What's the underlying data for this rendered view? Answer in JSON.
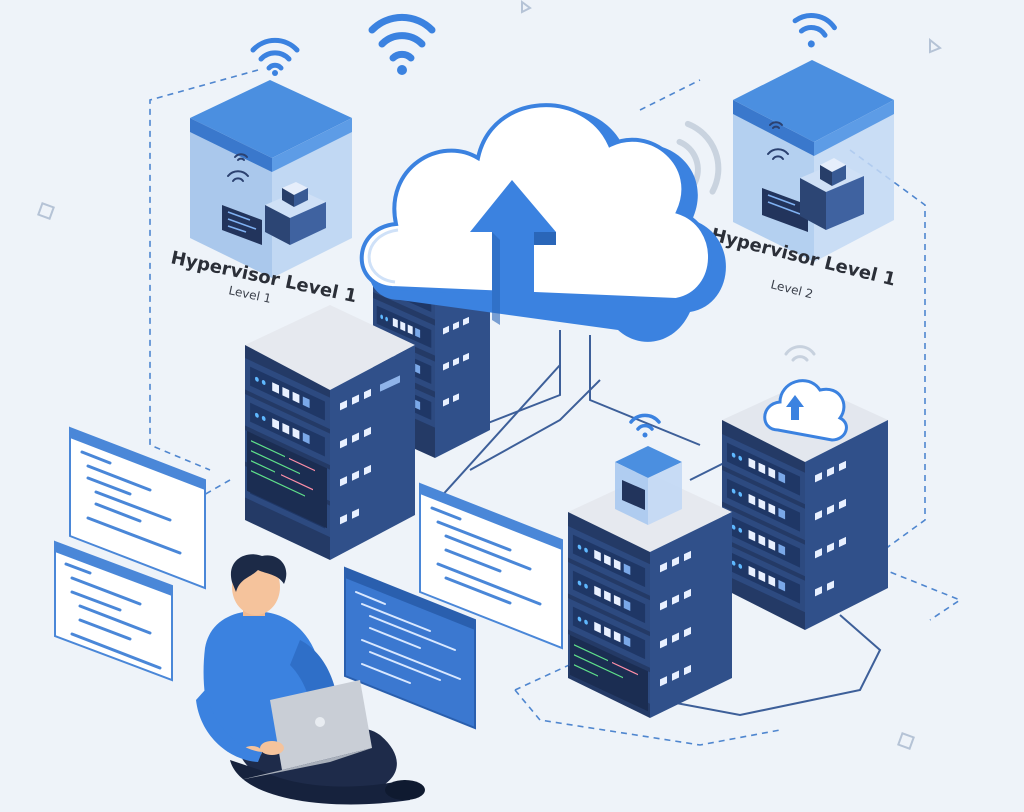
{
  "labels": {
    "left_hypervisor_title": "Hypervisor Level 1",
    "left_hypervisor_sub": "Level 1",
    "right_hypervisor_title": "Hypervisor Level 1",
    "right_hypervisor_sub": "Level 2"
  },
  "icons": [
    "wifi-icon",
    "cloud-icon",
    "upload-arrow-icon",
    "server-rack-icon",
    "hypervisor-cube-icon",
    "code-window-icon",
    "laptop-icon",
    "person-icon"
  ],
  "colors": {
    "background": "#eef3f9",
    "accent_blue": "#3b82e0",
    "cube_blue": "#4b8fe0",
    "server_dark": "#243a66",
    "server_top": "#e3e7ee",
    "window_blue": "#4a87d8",
    "dashed_line": "#4f86cf"
  }
}
